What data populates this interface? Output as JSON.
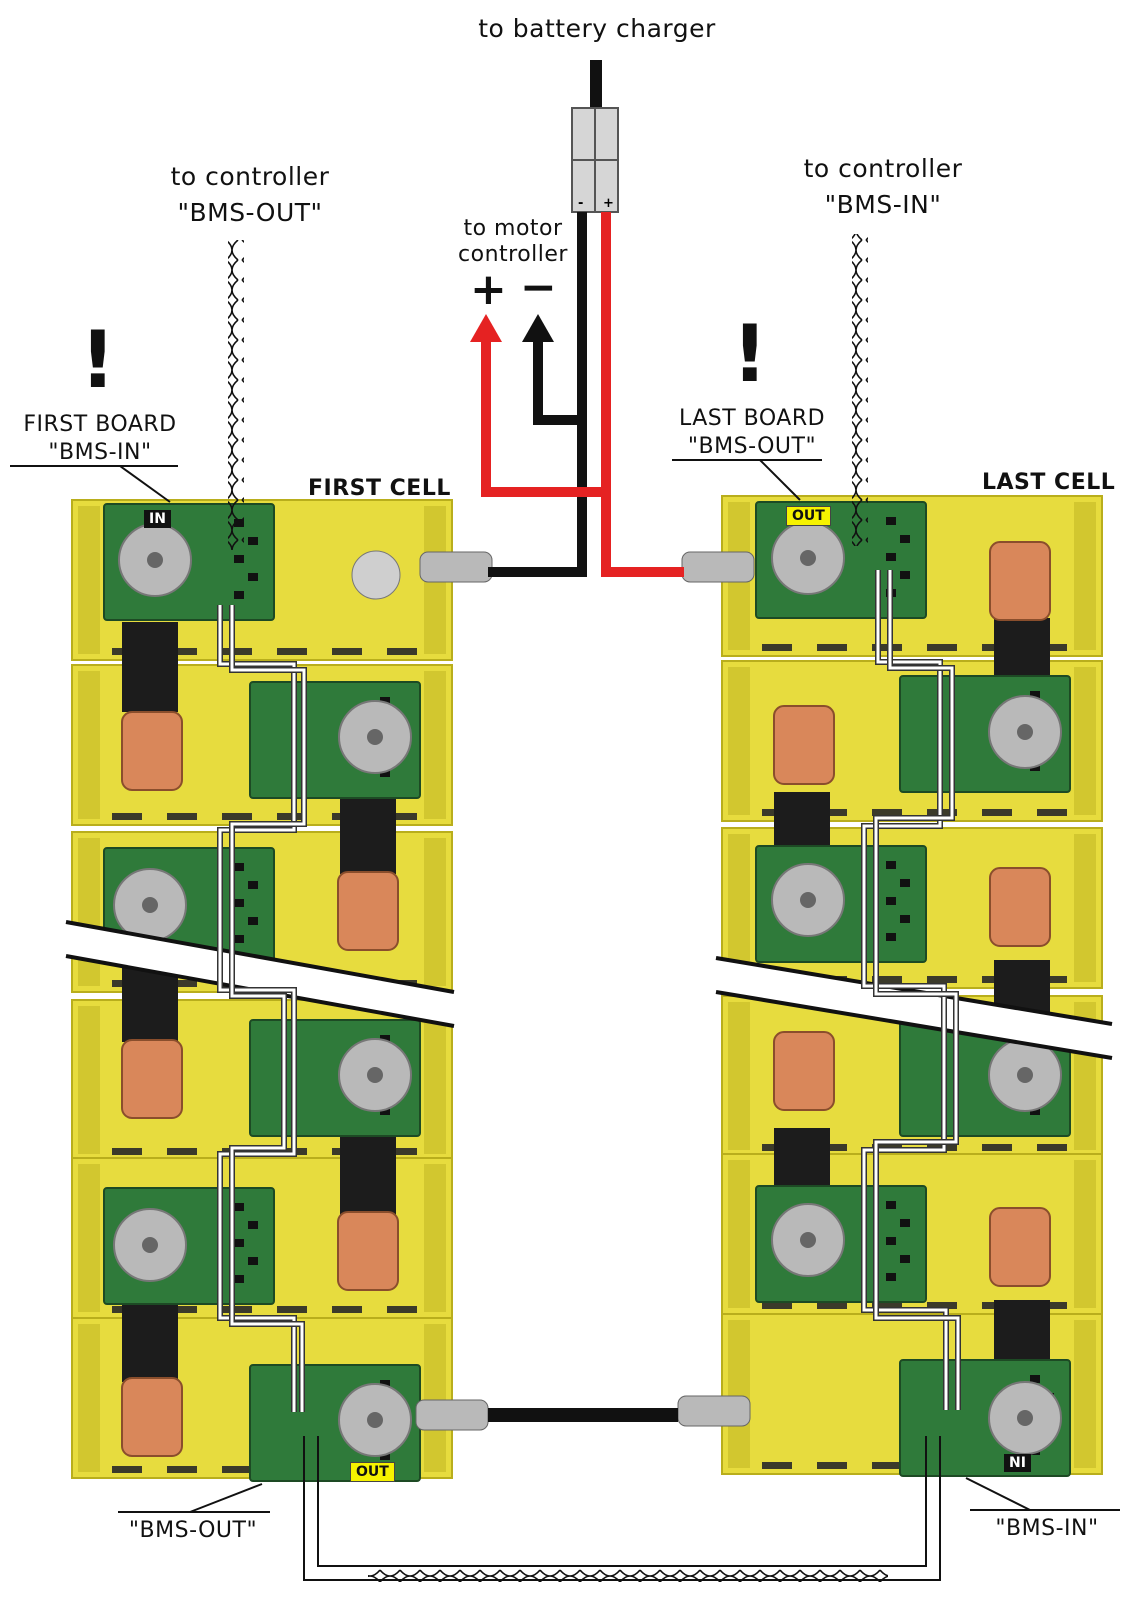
{
  "labels": {
    "charger": "to battery charger",
    "controller_left_line1": "to controller",
    "controller_left_line2": "\"BMS-OUT\"",
    "controller_right_line1": "to controller",
    "controller_right_line2": "\"BMS-IN\"",
    "motor_line1": "to motor",
    "motor_line2": "controller",
    "plus": "+",
    "minus": "−",
    "exclamation": "!",
    "first_board_line1": "FIRST BOARD",
    "first_board_line2": "\"BMS-IN\"",
    "last_board_line1": "LAST BOARD",
    "last_board_line2": "\"BMS-OUT\"",
    "first_cell": "FIRST CELL",
    "last_cell": "LAST CELL",
    "bms_out_bottom": "\"BMS-OUT\"",
    "bms_in_bottom": "\"BMS-IN\""
  },
  "board_tags": {
    "top_left": "IN",
    "top_right": "OUT",
    "bottom_left": "OUT",
    "bottom_right": "NI"
  },
  "connector_marks": {
    "minus": "-",
    "plus": "+"
  },
  "colors": {
    "cell_yellow": "#e7dc3e",
    "cell_dark": "#b9ae1c",
    "pcb_green": "#2f7a3a",
    "terminal_silver": "#b9b9b9",
    "copper": "#d9875a",
    "wire_red": "#e52222",
    "wire_black": "#111111",
    "signal_white": "#ffffff"
  }
}
